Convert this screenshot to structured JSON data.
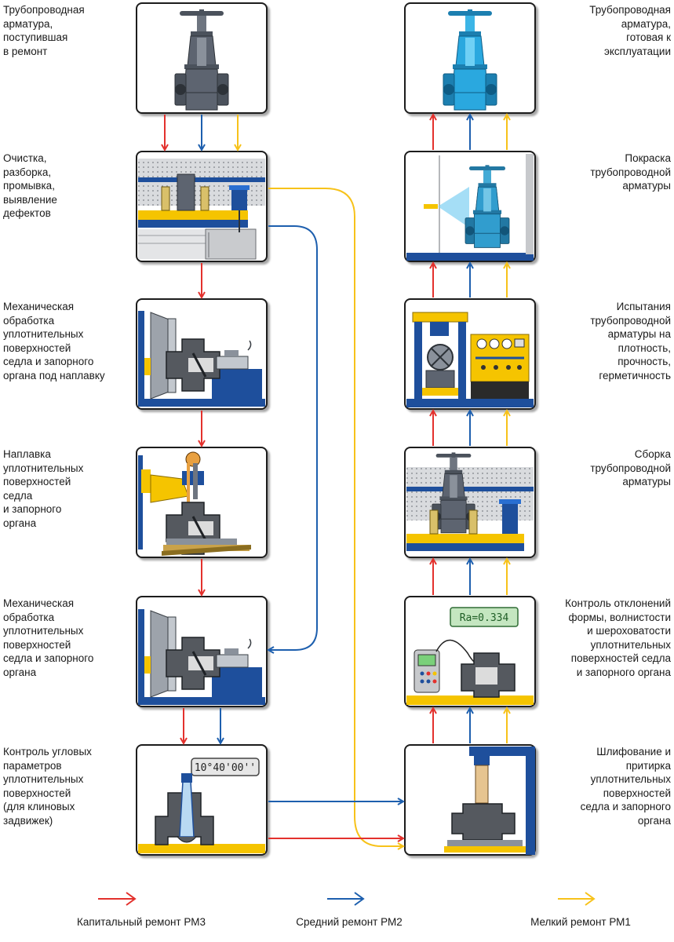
{
  "steps": {
    "intake": "Трубопроводная\nарматура,\nпоступившая\nв ремонт",
    "cleaning": "Очистка,\nразборка,\nпромывка,\nвыявление\nдефектов",
    "machining1": "Механическая\nобработка\nуплотнительных\nповерхностей\nседла и запорного\nоргана под наплавку",
    "welding": "Наплавка\nуплотнительных\nповерхностей\nседла\nи запорного\nоргана",
    "machining2": "Механическая\nобработка\nуплотнительных\nповерхностей\nседла и запорного\nоргана",
    "angular": "Контроль угловых\nпараметров\nуплотнительных\nповерхностей\n(для клиновых\nзадвижек)",
    "grinding": "Шлифование и\nпритирка\nуплотнительных\nповерхностей\nседла и запорного\nоргана",
    "roughness": "Контроль отклонений\nформы, волнистости\nи шероховатости\nуплотнительных\nповерхностей седла\nи запорного  органа",
    "assembly": "Сборка\nтрубопроводной\nарматуры",
    "testing": "Испытания\nтрубопроводной\nарматуры на\nплотность,\nпрочность,\nгерметичность",
    "painting": "Покраска\nтрубопроводной\nарматуры",
    "ready": "Трубопроводная\nарматура,\nготовая к\nэксплуатации"
  },
  "displays": {
    "angle": "10°40'00''",
    "roughness": "Ra=0.334"
  },
  "legend": {
    "rm3": "Капитальный ремонт РМ3",
    "rm2": "Средний ремонт РМ2",
    "rm1": "Мелкий ремонт РМ1"
  },
  "colors": {
    "rm3": "#e3312d",
    "rm2": "#1d5fae",
    "rm1": "#f7c21a",
    "equipment_blue": "#1e4f9c",
    "yellow": "#f5c400",
    "valve_gray": "#5d6470",
    "paint_cyan": "#2aa8df"
  }
}
